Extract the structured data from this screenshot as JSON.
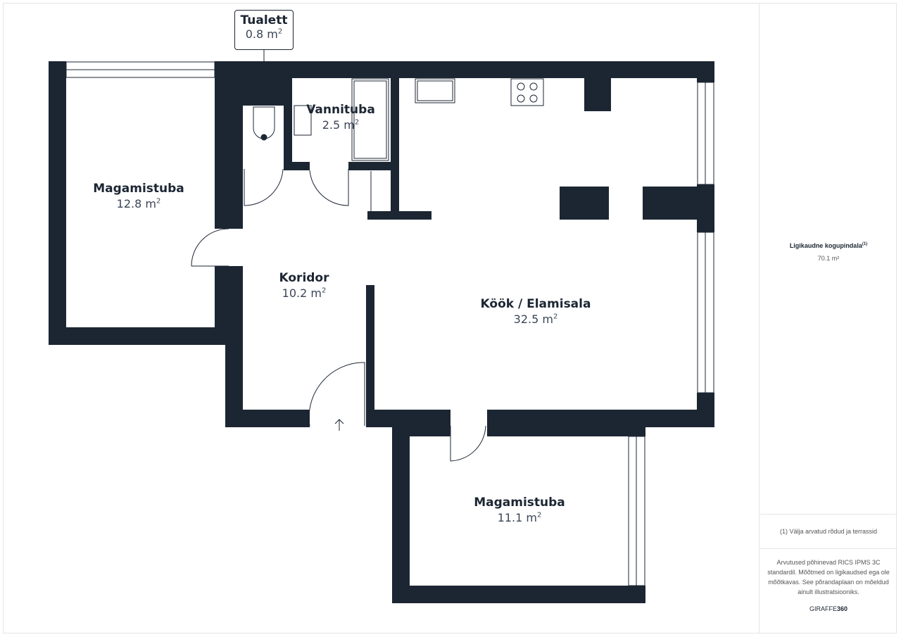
{
  "rooms": [
    {
      "name": "Magamistuba",
      "area": "12.8 m"
    },
    {
      "name": "Vannituba",
      "area": "2.5 m"
    },
    {
      "name": "Koridor",
      "area": "10.2 m"
    },
    {
      "name": "Köök / Elamisala",
      "area": "32.5 m"
    },
    {
      "name": "Magamistuba",
      "area": "11.1 m"
    }
  ],
  "callout": {
    "name": "Tualett",
    "area": "0.8 m"
  },
  "area_sup": "2",
  "sidebar": {
    "total_label": "Ligikaudne kogupindala",
    "total_sup": "(1)",
    "total_value": "70.1 m²",
    "footnote": "(1) Välja arvatud rõdud ja terrassid",
    "disclaimer": "Arvutused põhinevad RICS IPMS 3C standardil. Mõõtmed on ligikaudsed ega ole mõõtkavas. See põrandaplaan on mõeldud ainult illustratsiooniks.",
    "brand_a": "GIRAFFE",
    "brand_b": "360"
  },
  "colors": {
    "wall": "#1c2633"
  }
}
